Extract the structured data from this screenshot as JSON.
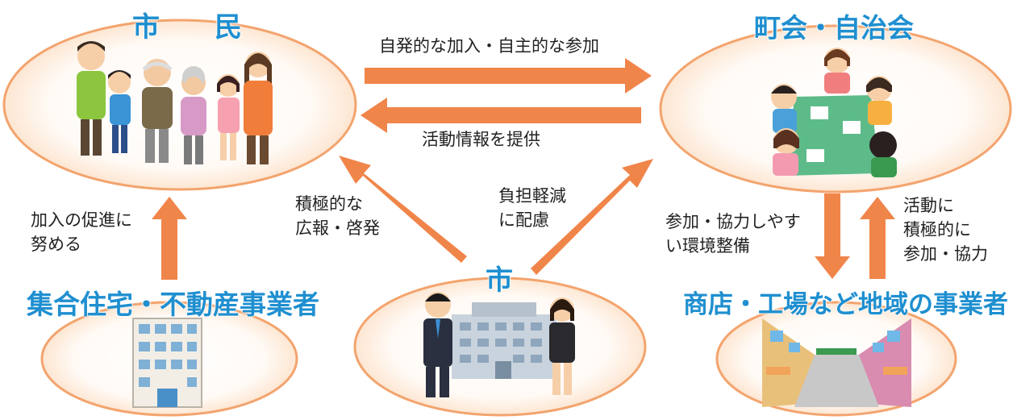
{
  "nodes": {
    "citizens": {
      "title": "市　　民"
    },
    "town_assoc": {
      "title": "町会・自治会"
    },
    "city": {
      "title": "市"
    },
    "housing": {
      "title": "集合住宅・不動産事業者"
    },
    "local_business": {
      "title": "商店・工場など地域の事業者"
    }
  },
  "edges": {
    "citizens_to_town": {
      "label": "自発的な加入・自主的な参加"
    },
    "town_to_citizens": {
      "label": "活動情報を提供"
    },
    "city_to_citizens": {
      "line1": "積極的な",
      "line2": "広報・啓発"
    },
    "city_to_town": {
      "line1": "負担軽減",
      "line2": "に配慮"
    },
    "housing_to_citizens": {
      "line1": "加入の促進に",
      "line2": "努める"
    },
    "town_to_business": {
      "line1": "参加・協力しやす",
      "line2": "い環境整備"
    },
    "business_to_town": {
      "line1": "活動に",
      "line2": "積極的に",
      "line3": "参加・協力"
    }
  },
  "colors": {
    "arrow": "#f0854a",
    "title": "#1f8fd0",
    "ellipse_stroke": "#f3a46e"
  }
}
